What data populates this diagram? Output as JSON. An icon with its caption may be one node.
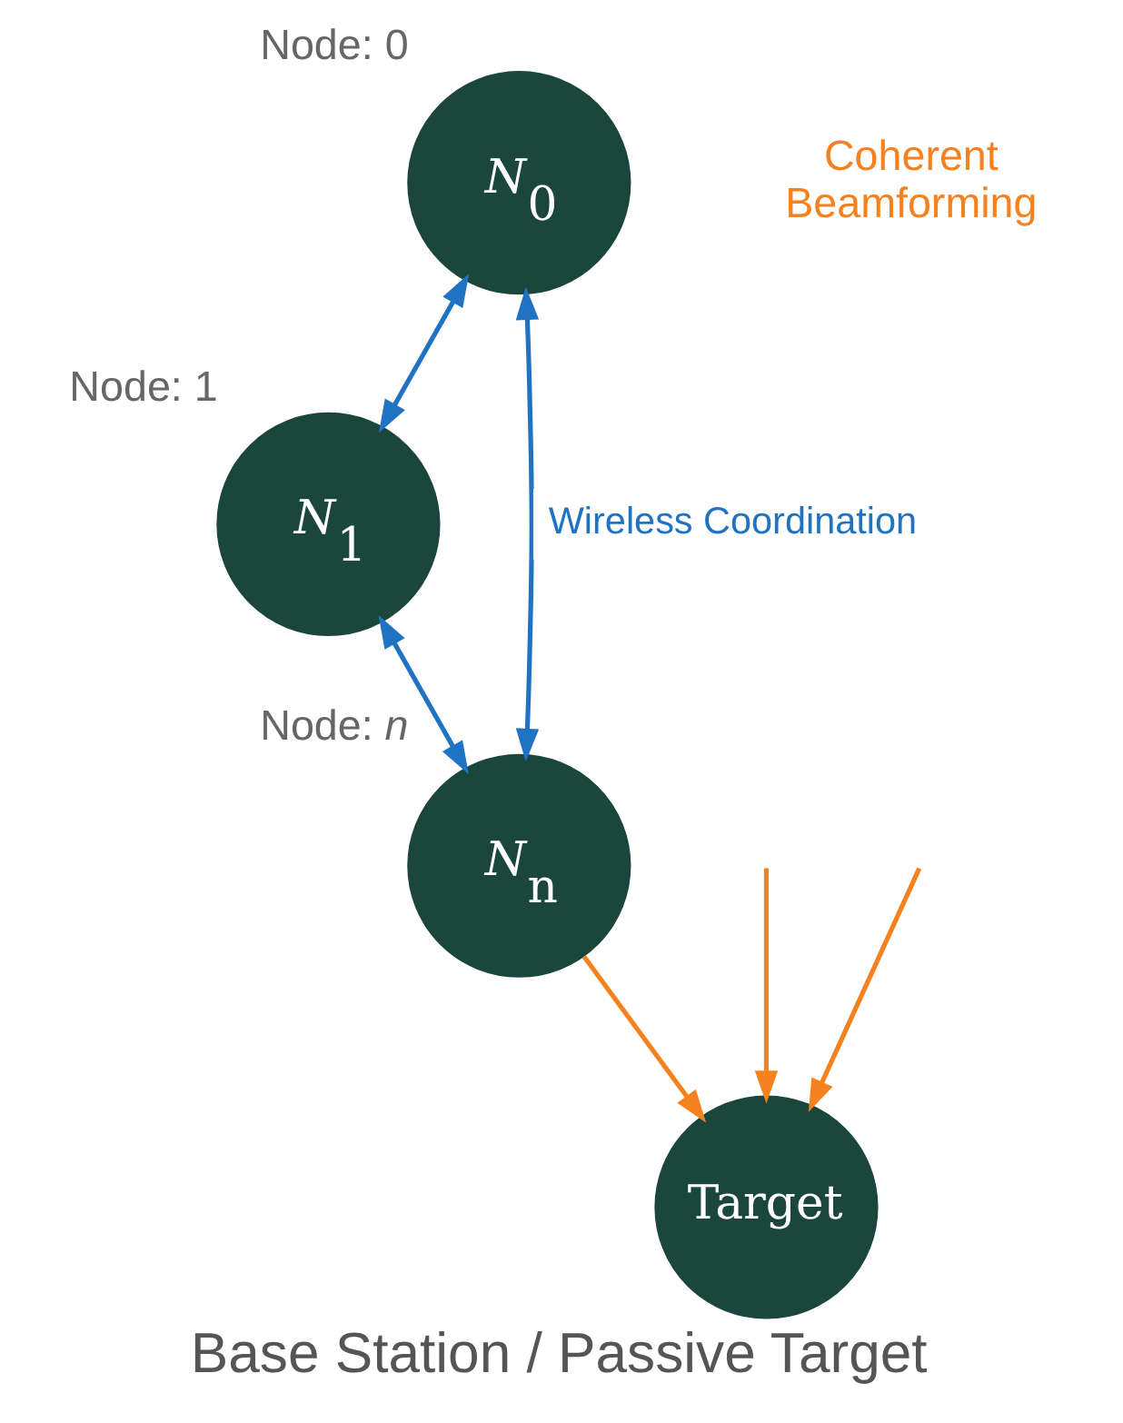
{
  "diagram": {
    "caption": "Base Station / Passive Target",
    "nodes": [
      {
        "text": [
          "*N*$_{0}$"
        ],
        "beside": [
          "Node: 0"
        ]
      },
      {
        "text": [
          "*N*$_{1}$"
        ],
        "beside": [
          "Node: 1"
        ]
      },
      {
        "text": [
          "*N*$_{n}$"
        ],
        "beside": [
          "Node: *n*"
        ]
      },
      {
        "text": [
          "Target"
        ]
      }
    ],
    "edges": [
      {
        "from": 0,
        "to": 1,
        "arrow": "both",
        "color": "#1f73c2"
      },
      {
        "from": 1,
        "to": 2,
        "arrow": "both",
        "color": "#1f73c2"
      },
      {
        "from": 0,
        "to": 2,
        "arrow": "both",
        "label": "Wireless Coordination",
        "color": "#1f73c2"
      },
      {
        "from": null,
        "to": 3,
        "arrow": "to",
        "color": "#f5821f"
      },
      {
        "from": null,
        "to": 3,
        "arrow": "to",
        "color": "#f5821f"
      },
      {
        "from": 2,
        "to": 3,
        "arrow": "to",
        "color": "#f5821f"
      }
    ],
    "labels": [
      "Coherent Beamforming"
    ]
  }
}
